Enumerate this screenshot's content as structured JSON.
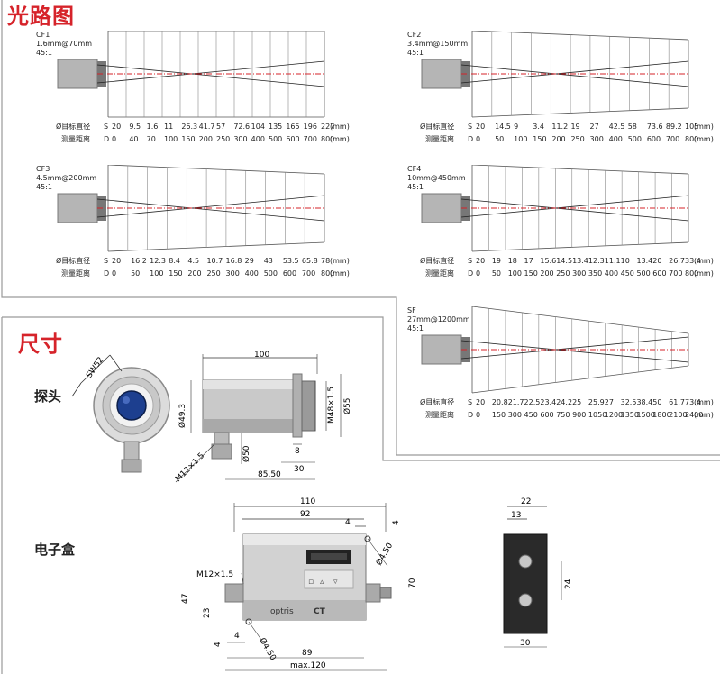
{
  "sections": {
    "optical_path_title": "光路图",
    "dimensions_title": "尺寸"
  },
  "row_labels": {
    "spot_diameter": "Ø目标直径",
    "distance": "测量距离",
    "s": "S",
    "d": "D",
    "unit": "(mm)"
  },
  "optics": [
    {
      "id": "CF1",
      "name": "CF1",
      "spec": "1.6mm@70mm",
      "ratio": "45:1",
      "s_values": [
        "20",
        "9.5",
        "1.6",
        "11",
        "26.3",
        "41.7",
        "57",
        "72.6",
        "104",
        "135",
        "165",
        "196",
        "227"
      ],
      "d_values": [
        "0",
        "40",
        "70",
        "100",
        "150",
        "200",
        "250",
        "300",
        "400",
        "500",
        "600",
        "700",
        "800"
      ]
    },
    {
      "id": "CF2",
      "name": "CF2",
      "spec": "3.4mm@150mm",
      "ratio": "45:1",
      "s_values": [
        "20",
        "14.5",
        "9",
        "3.4",
        "11.2",
        "19",
        "27",
        "42.5",
        "58",
        "73.6",
        "89.2",
        "105"
      ],
      "d_values": [
        "0",
        "50",
        "100",
        "150",
        "200",
        "250",
        "300",
        "400",
        "500",
        "600",
        "700",
        "800"
      ]
    },
    {
      "id": "CF3",
      "name": "CF3",
      "spec": "4.5mm@200mm",
      "ratio": "45:1",
      "s_values": [
        "20",
        "16.2",
        "12.3",
        "8.4",
        "4.5",
        "10.7",
        "16.8",
        "29",
        "43",
        "53.5",
        "65.8",
        "78"
      ],
      "d_values": [
        "0",
        "50",
        "100",
        "150",
        "200",
        "250",
        "300",
        "400",
        "500",
        "600",
        "700",
        "800"
      ]
    },
    {
      "id": "CF4",
      "name": "CF4",
      "spec": "10mm@450mm",
      "ratio": "45:1",
      "s_values": [
        "20",
        "19",
        "18",
        "17",
        "15.6",
        "14.5",
        "13.4",
        "12.3",
        "11.1",
        "10",
        "13.4",
        "20",
        "26.7",
        "33.4"
      ],
      "d_values": [
        "0",
        "50",
        "100",
        "150",
        "200",
        "250",
        "300",
        "350",
        "400",
        "450",
        "500",
        "600",
        "700",
        "800"
      ]
    },
    {
      "id": "SF",
      "name": "SF",
      "spec": "27mm@1200mm",
      "ratio": "45:1",
      "s_values": [
        "20",
        "20.8",
        "21.7",
        "22.5",
        "23.4",
        "24.2",
        "25",
        "25.9",
        "27",
        "32.5",
        "38.4",
        "50",
        "61.7",
        "73.4"
      ],
      "d_values": [
        "0",
        "150",
        "300",
        "450",
        "600",
        "750",
        "900",
        "1050",
        "1200",
        "1350",
        "1500",
        "1800",
        "2100",
        "2400"
      ]
    }
  ],
  "probe": {
    "label": "探头",
    "length": "100",
    "thread_body": "Ø49.3",
    "thread": "M48×1.5",
    "diameter": "Ø55",
    "connector": "M12×1.5",
    "connector_dia": "Ø50",
    "wrench": "SW52",
    "overall": "85.50",
    "flange": "8",
    "nut_offset": "30"
  },
  "electronics_box": {
    "label": "电子盒",
    "width_total": "110",
    "width_inner": "92",
    "edge_offset": "4",
    "edge_offset_top": "4",
    "hole": "Ø4.50",
    "height": "70",
    "connector": "M12×1.5",
    "height_47": "47",
    "height_23": "23",
    "bottom_4": "4",
    "left_4": "4",
    "hole_bottom": "Ø4.50",
    "bottom_width": "89",
    "max_width": "max.120",
    "brand": "optris",
    "model": "CT",
    "side_22": "22",
    "side_13": "13",
    "side_24": "24",
    "side_30": "30"
  }
}
